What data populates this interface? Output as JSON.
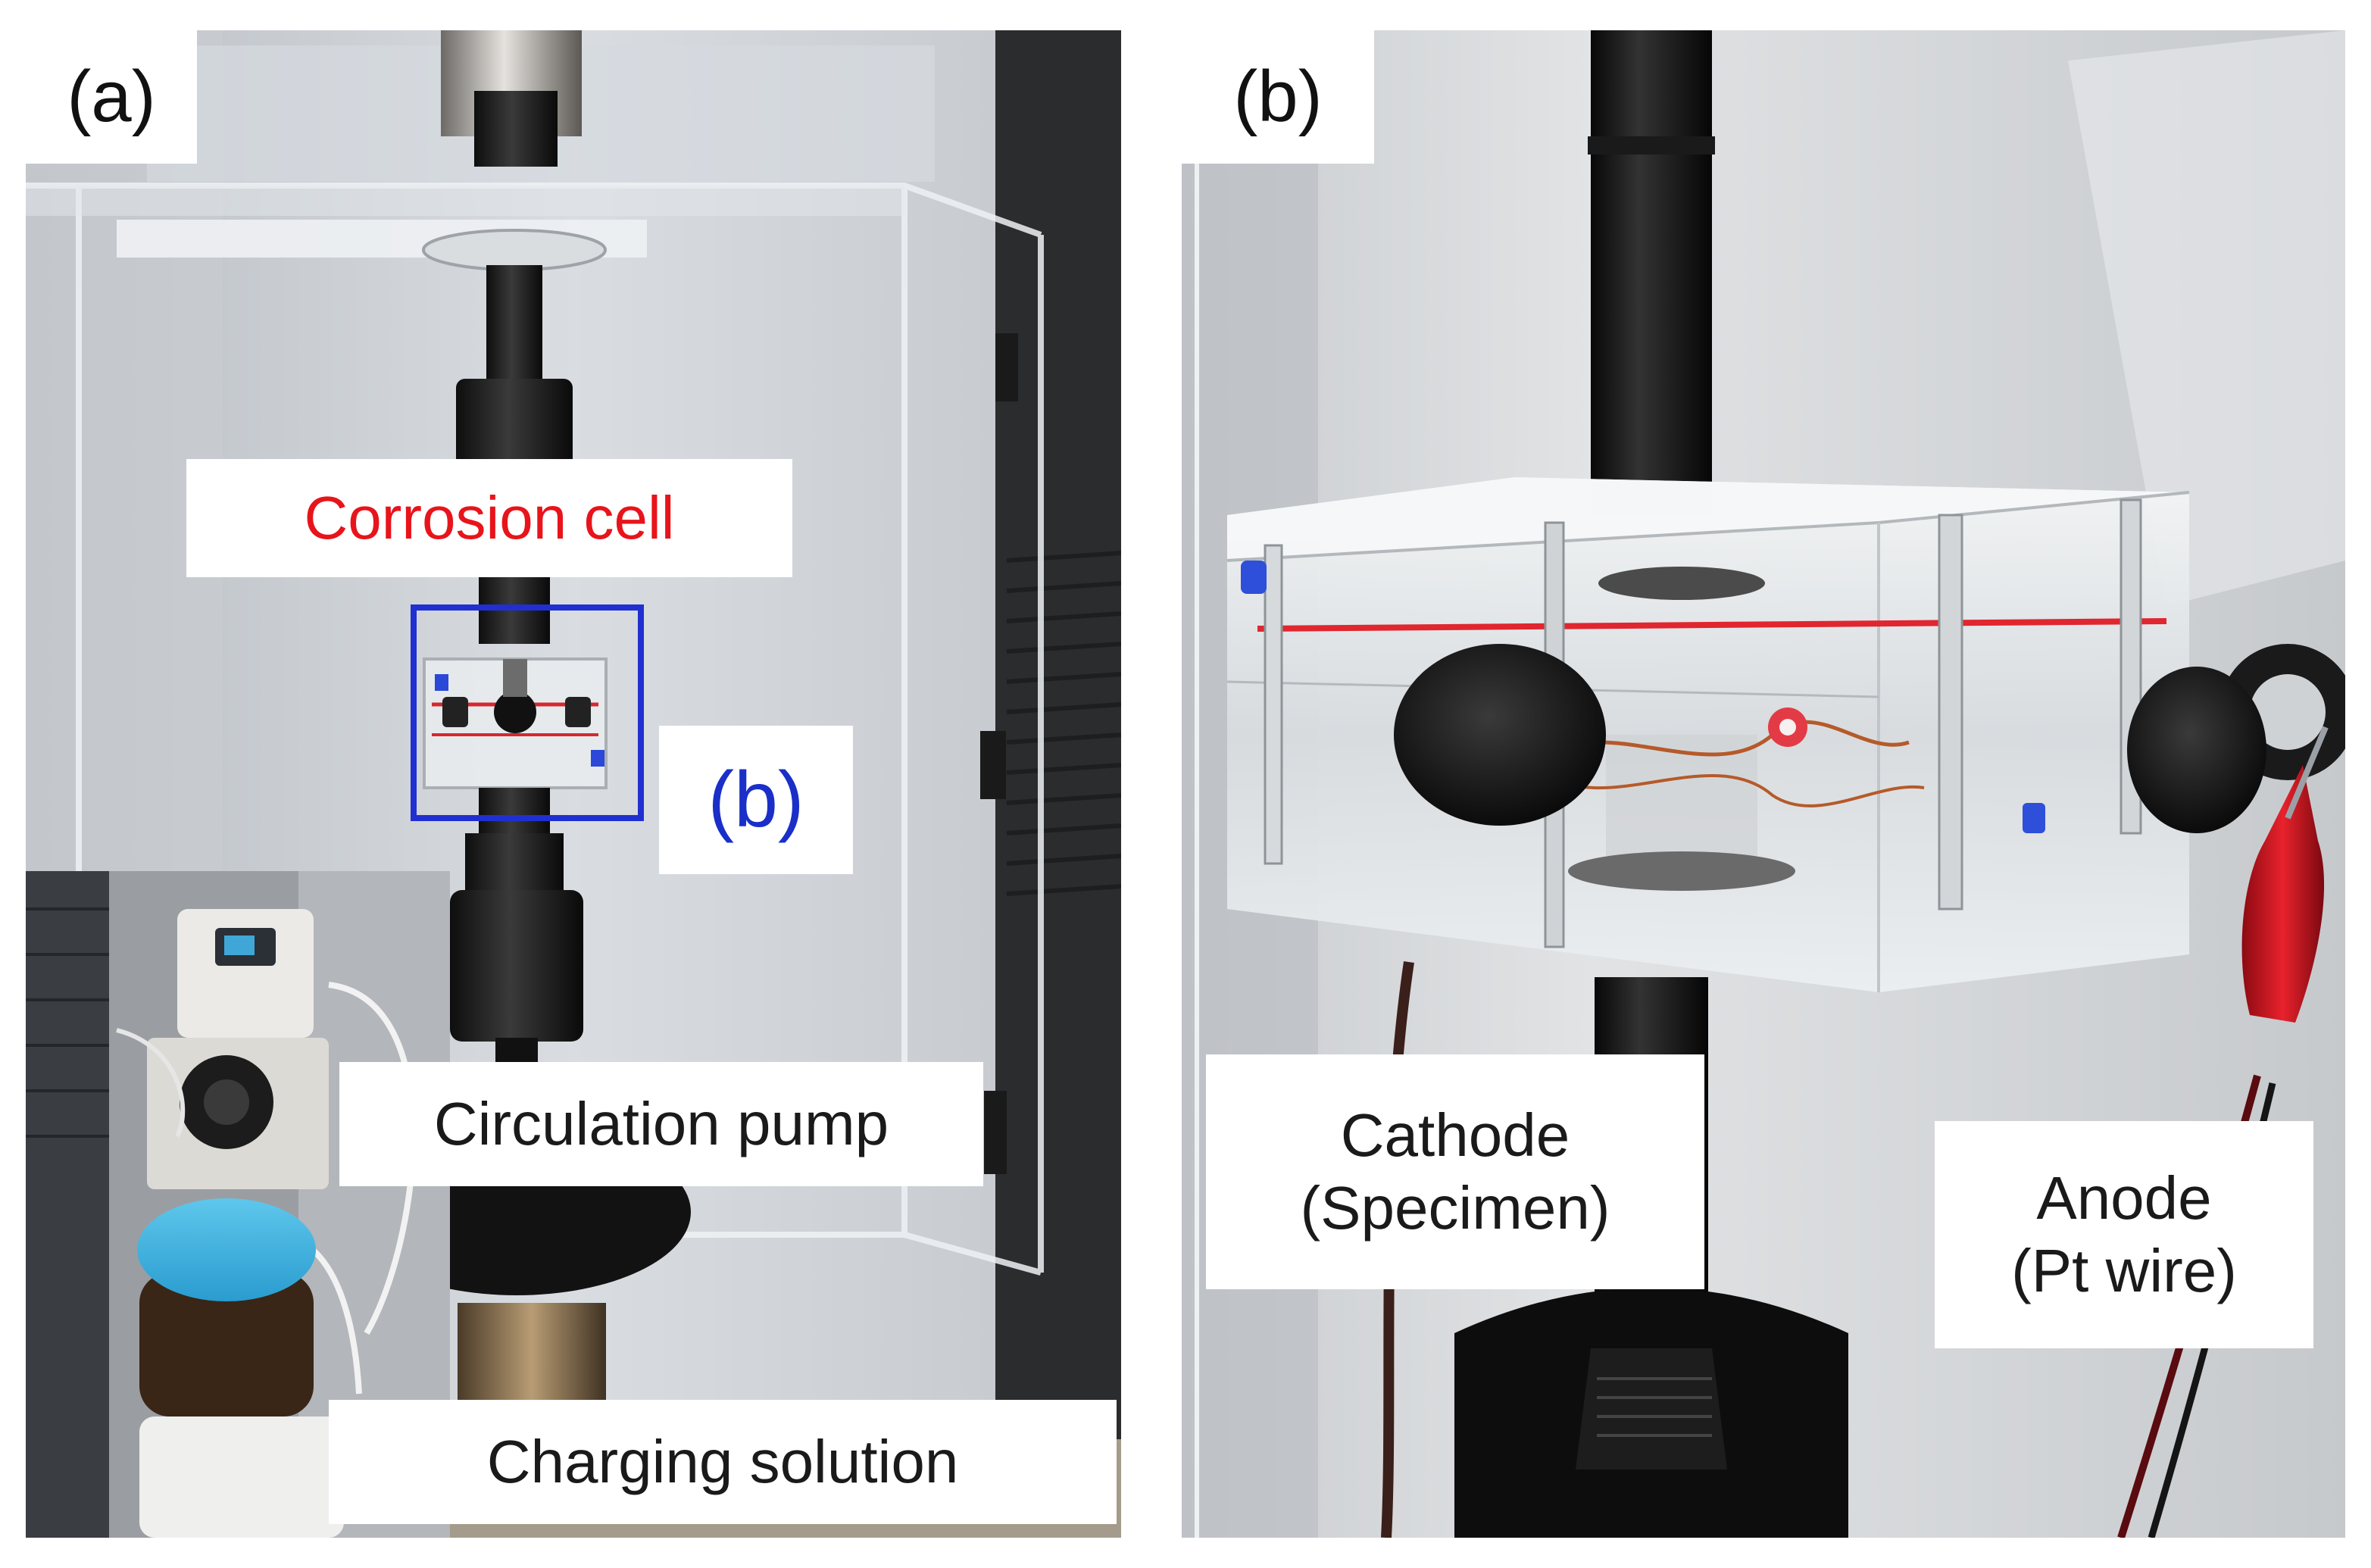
{
  "panel_a": {
    "letter": "(a)",
    "labels": {
      "corrosion_cell": "Corrosion cell",
      "inset_ref": "(b)",
      "circulation_pump": "Circulation pump",
      "charging_solution": "Charging solution"
    },
    "colors": {
      "corrosion_cell_text": "#e8141b",
      "inset_text": "#1a2fc8",
      "inset_box": "#2030d0"
    }
  },
  "panel_b": {
    "letter": "(b)",
    "labels": {
      "cathode_line1": "Cathode",
      "cathode_line2": "(Specimen)",
      "anode_line1": "Anode",
      "anode_line2": "(Pt wire)"
    }
  }
}
